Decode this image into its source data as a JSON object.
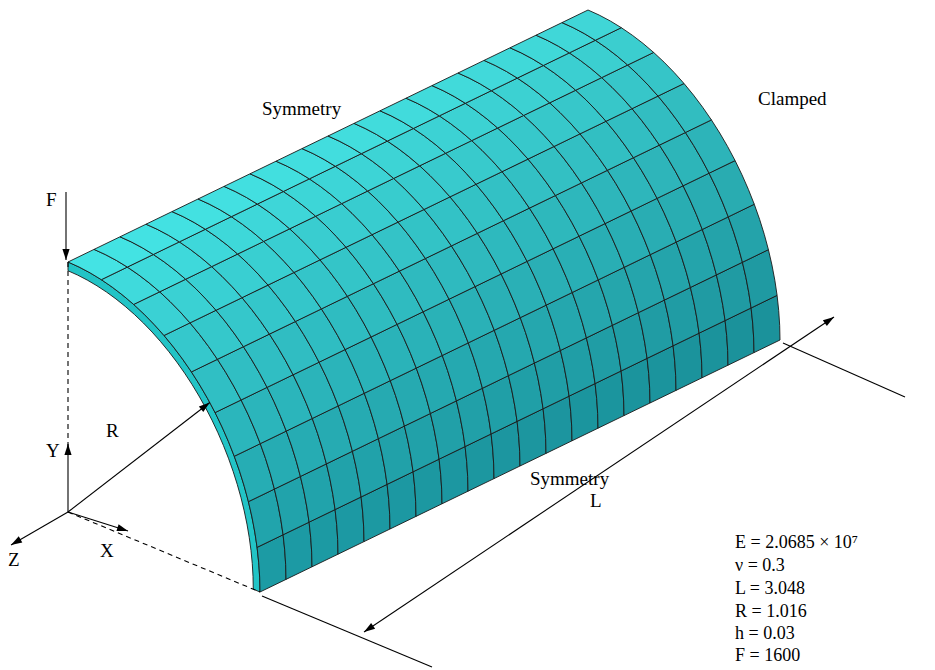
{
  "diagram": {
    "labels": [
      "Symmetry",
      "Clamped",
      "F",
      "R",
      "Y",
      "Symmetry",
      "L",
      "Z",
      "X",
      "E = 2.0685 × 10⁷",
      "ν = 0.3",
      "L = 3.048",
      "R = 1.016",
      "h = 0.03",
      "F = 1600"
    ]
  }
}
